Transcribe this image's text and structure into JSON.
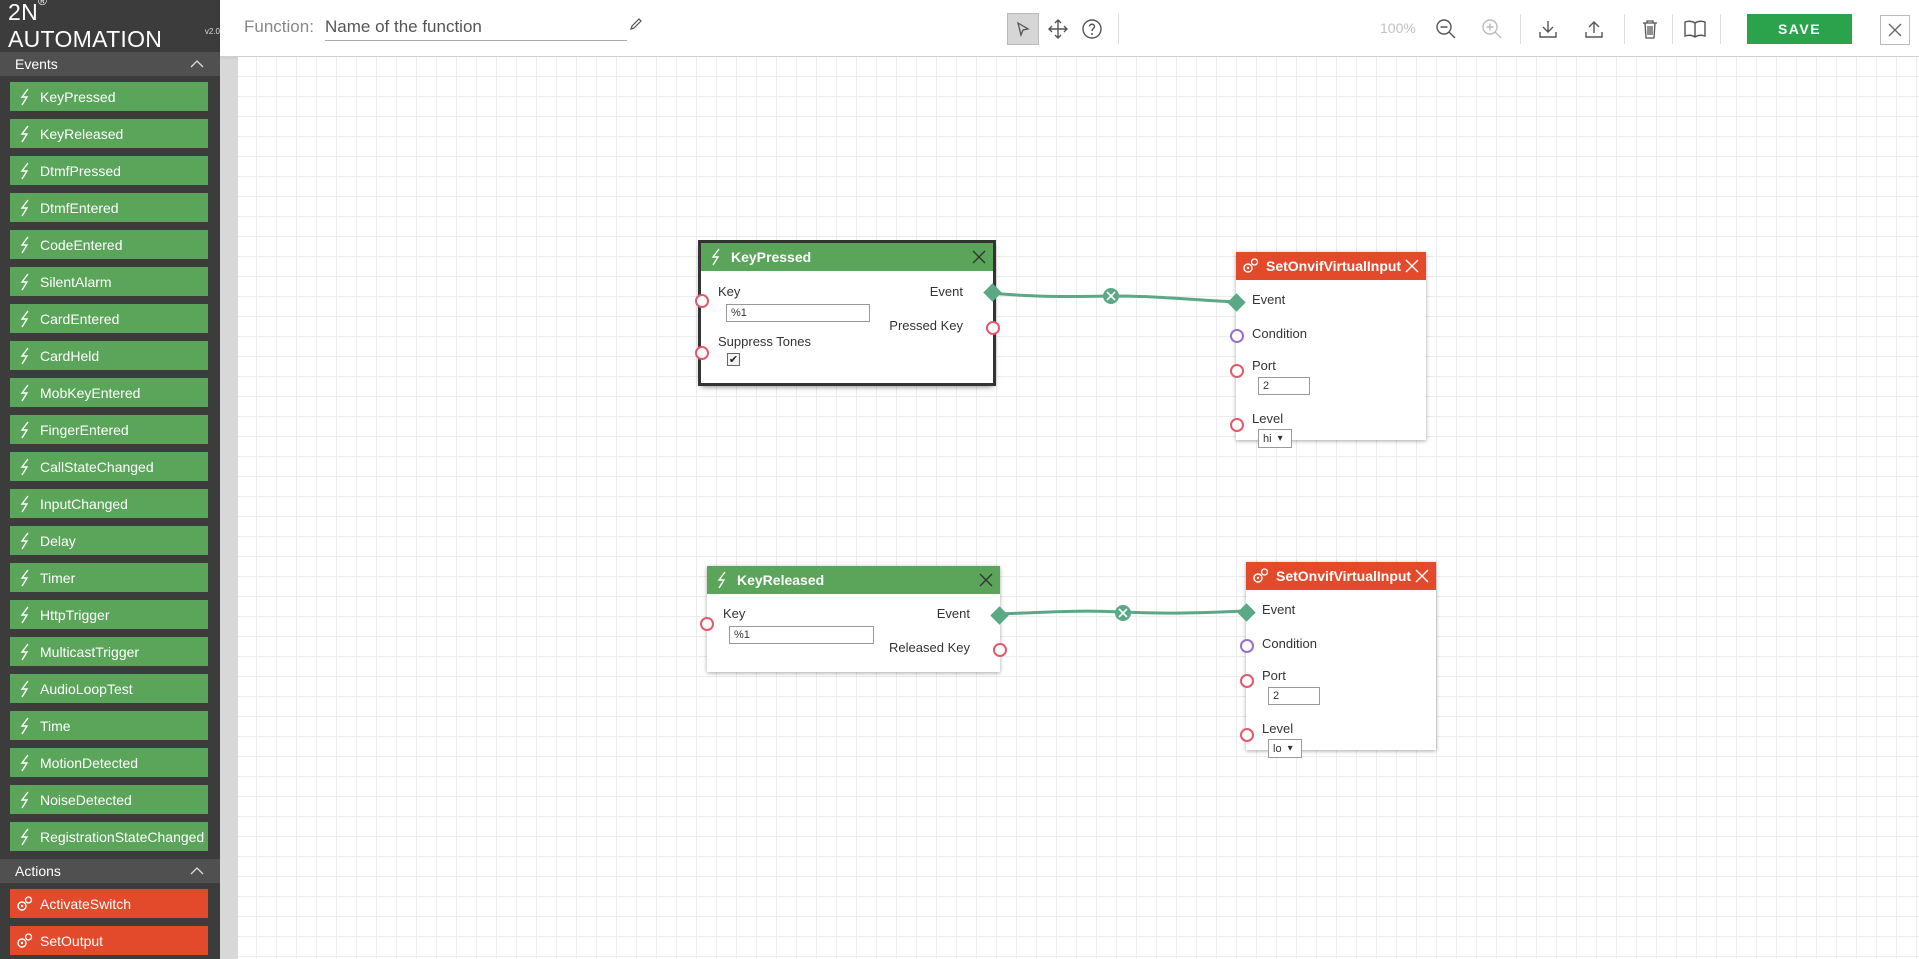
{
  "brand": {
    "name": "2N",
    "reg": "®",
    "product": " AUTOMATION",
    "version": "v2.0"
  },
  "sidebar": {
    "events_title": "Events",
    "events": [
      "KeyPressed",
      "KeyReleased",
      "DtmfPressed",
      "DtmfEntered",
      "CodeEntered",
      "SilentAlarm",
      "CardEntered",
      "CardHeld",
      "MobKeyEntered",
      "FingerEntered",
      "CallStateChanged",
      "InputChanged",
      "Delay",
      "Timer",
      "HttpTrigger",
      "MulticastTrigger",
      "AudioLoopTest",
      "Time",
      "MotionDetected",
      "NoiseDetected",
      "RegistrationStateChanged"
    ],
    "actions_title": "Actions",
    "actions": [
      "ActivateSwitch",
      "SetOutput"
    ]
  },
  "toolbar": {
    "function_label": "Function:",
    "function_name": "Name of the function",
    "zoom": "100%",
    "save_label": "SAVE",
    "icons": [
      "pointer-icon",
      "move-icon",
      "help-icon",
      "zoom-out-icon",
      "zoom-in-icon",
      "download-icon",
      "upload-icon",
      "trash-icon",
      "book-icon",
      "close-icon"
    ]
  },
  "colors": {
    "event_green": "#5aa55a",
    "action_red": "#e34a2b",
    "save_green": "#2ba34c",
    "wire": "#5aa886"
  },
  "nodes": {
    "keypressed": {
      "title": "KeyPressed",
      "key_label": "Key",
      "key_value": "%1",
      "event_label": "Event",
      "pressed_key_label": "Pressed Key",
      "suppress_label": "Suppress Tones",
      "suppress_checked": "✔"
    },
    "set1": {
      "title": "SetOnvifVirtualInput",
      "event_label": "Event",
      "condition_label": "Condition",
      "port_label": "Port",
      "port_value": "2",
      "level_label": "Level",
      "level_value": "hi"
    },
    "keyreleased": {
      "title": "KeyReleased",
      "key_label": "Key",
      "key_value": "%1",
      "event_label": "Event",
      "released_key_label": "Released Key"
    },
    "set2": {
      "title": "SetOnvifVirtualInput",
      "event_label": "Event",
      "condition_label": "Condition",
      "port_label": "Port",
      "port_value": "2",
      "level_label": "Level",
      "level_value": "lo"
    }
  }
}
